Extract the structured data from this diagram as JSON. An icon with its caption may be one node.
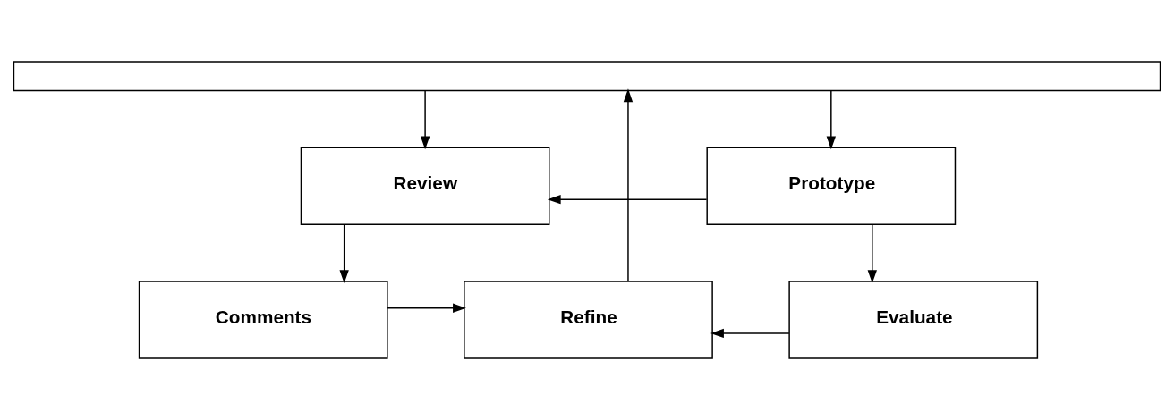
{
  "diagram": {
    "nodes": [
      {
        "text": [],
        "shape": "box"
      },
      {
        "text": [
          "Review"
        ]
      },
      {
        "text": [
          "Prototype"
        ]
      },
      {
        "text": [
          "Comments"
        ]
      },
      {
        "text": [
          "Refine"
        ]
      },
      {
        "text": [
          "Evaluate"
        ]
      }
    ],
    "edges": [
      {
        "from": 0,
        "to": 1,
        "arrow": "to"
      },
      {
        "from": 0,
        "to": 2,
        "arrow": "to"
      },
      {
        "from": 4,
        "to": 0,
        "arrow": "to"
      },
      {
        "from": 1,
        "to": 3,
        "arrow": "to"
      },
      {
        "from": 2,
        "to": 5,
        "arrow": "to"
      },
      {
        "from": 3,
        "to": 4,
        "arrow": "to"
      },
      {
        "from": 5,
        "to": 4,
        "arrow": "to"
      },
      {
        "from": 2,
        "to": 1,
        "arrow": "to"
      }
    ]
  }
}
